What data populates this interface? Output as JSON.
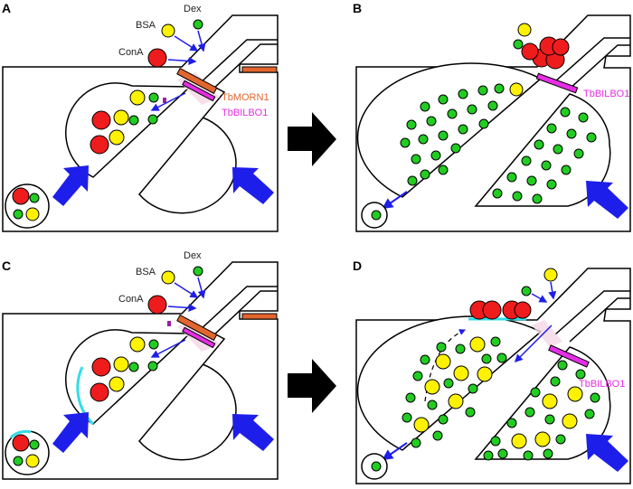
{
  "panels": [
    {
      "letter": "A",
      "labels": {
        "dex": "Dex",
        "bsa": "BSA",
        "cona": "ConA",
        "morn": "TbMORN1",
        "bilbo": "TbBILBO1"
      }
    },
    {
      "letter": "B",
      "labels": {
        "bilbo": "TbBILBO1"
      }
    },
    {
      "letter": "C",
      "labels": {
        "dex": "Dex",
        "bsa": "BSA",
        "cona": "ConA"
      }
    },
    {
      "letter": "D",
      "labels": {
        "bilbo": "TbBILBO1"
      }
    }
  ],
  "colors": {
    "red": "#ee1c1c",
    "yellow": "#fff200",
    "green": "#22cc22",
    "blue_arrow": "#1e1eea",
    "black_arrow": "#000000",
    "morn": "#e2662e",
    "bilbo": "#e62ee6",
    "cyan": "#33dde8"
  },
  "icons": {
    "transition_arrow": "right-arrow-icon",
    "flow_arrow": "blue-arrow-icon"
  }
}
